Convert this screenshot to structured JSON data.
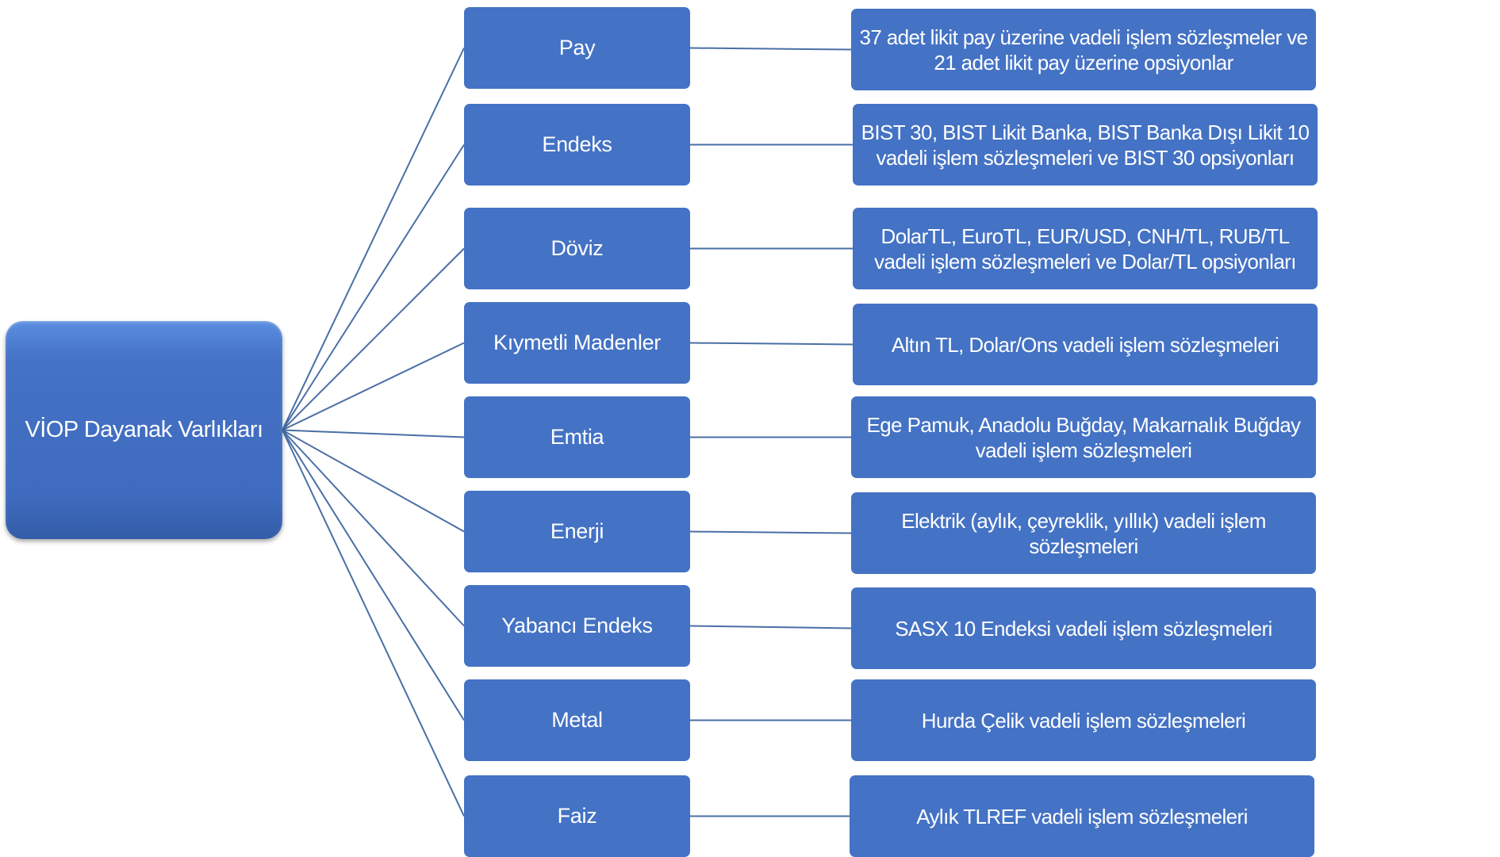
{
  "root": {
    "label": "VİOP Dayanak Varlıkları"
  },
  "categories": [
    {
      "label": "Pay",
      "description": "37 adet likit pay üzerine vadeli işlem sözleşmeler ve 21 adet likit pay üzerine opsiyonlar"
    },
    {
      "label": "Endeks",
      "description": "BIST 30, BIST Likit Banka, BIST Banka Dışı Likit 10 vadeli işlem sözleşmeleri ve BIST 30 opsiyonları"
    },
    {
      "label": "Döviz",
      "description": "DolarTL, EuroTL, EUR/USD, CNH/TL, RUB/TL vadeli işlem sözleşmeleri ve Dolar/TL opsiyonları"
    },
    {
      "label": "Kıymetli Madenler",
      "description": "Altın TL, Dolar/Ons vadeli işlem sözleşmeleri"
    },
    {
      "label": "Emtia",
      "description": "Ege Pamuk, Anadolu Buğday, Makarnalık Buğday vadeli işlem sözleşmeleri"
    },
    {
      "label": "Enerji",
      "description": "Elektrik (aylık, çeyreklik, yıllık) vadeli işlem sözleşmeleri"
    },
    {
      "label": "Yabancı Endeks",
      "description": "SASX 10 Endeksi vadeli işlem sözleşmeleri"
    },
    {
      "label": "Metal",
      "description": "Hurda Çelik vadeli işlem sözleşmeleri"
    },
    {
      "label": "Faiz",
      "description": "Aylık TLREF vadeli işlem sözleşmeleri"
    }
  ],
  "colors": {
    "box_fill": "#4472c4",
    "connector": "#4a6fa5",
    "text": "#ffffff"
  }
}
